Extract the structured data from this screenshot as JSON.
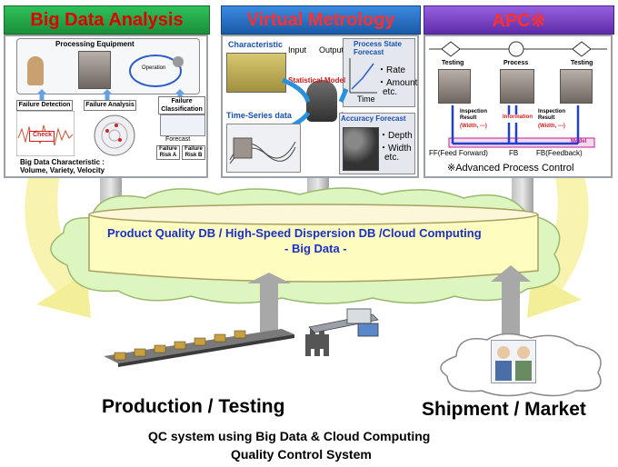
{
  "colors": {
    "bda_header_bg": "#22a84a",
    "bda_header_text": "#e00000",
    "vm_header_bg": "#2a72c4",
    "vm_header_text": "#ff3030",
    "apc_header_bg": "#7a44c8",
    "apc_header_text": "#ff3030",
    "cloud_fill": "#ddf5bf",
    "db_fill": "#fffcc0",
    "db_text": "#1a30c8",
    "arrow_gray": "#a8a8a8",
    "swoosh": "#f8f4b0"
  },
  "panels": {
    "big_data_analysis": {
      "title": "Big Data Analysis",
      "processing_equipment": "Processing Equipment",
      "operation": "Operation",
      "failure_detection": "Failure Detection",
      "check": "Check",
      "failure_analysis": "Failure Analysis",
      "failure_classification": "Failure Classification",
      "forecast": "Forecast",
      "failure_risk_a": "Failure Risk A",
      "failure_risk_b": "Failure Risk B",
      "characteristic_line1": "Big Data Characteristic :",
      "characteristic_line2": "Volume, Variety, Velocity"
    },
    "virtual_metrology": {
      "title": "Virtual Metrology",
      "characteristic": "Characteristic",
      "input": "Input",
      "output": "Output",
      "statistical_model": "Statistical Model",
      "process_state_forecast": "Process State Forecast",
      "rate": "・Rate",
      "amount": "・Amount",
      "etc1": "etc.",
      "time_axis": "Time",
      "time_series_data": "Time-Series data",
      "accuracy_forecast": "Accuracy Forecast",
      "depth": "・Depth",
      "width": "・Width",
      "etc2": "etc."
    },
    "apc": {
      "title": "APC※",
      "testing_left": "Testing",
      "process": "Process",
      "testing_right": "Testing",
      "inspection_result_left": "Inspection Result",
      "information": "Information",
      "inspection_result_right": "Inspection Result",
      "width_left": "(Width, ---)",
      "width_right": "(Width, ---)",
      "model": "Model",
      "ff": "FF(Feed Forward)",
      "fb_mid": "FB",
      "fb_right": "FB(Feedback)",
      "footnote": "※Advanced Process Control"
    }
  },
  "database": {
    "line1": "Product Quality DB / High-Speed Dispersion DB /Cloud Computing",
    "line2": "- Big Data -"
  },
  "bottom": {
    "production_testing": "Production / Testing",
    "shipment_market": "Shipment / Market",
    "caption_line1": "QC system using Big Data & Cloud Computing",
    "caption_line2": "Quality Control System"
  }
}
